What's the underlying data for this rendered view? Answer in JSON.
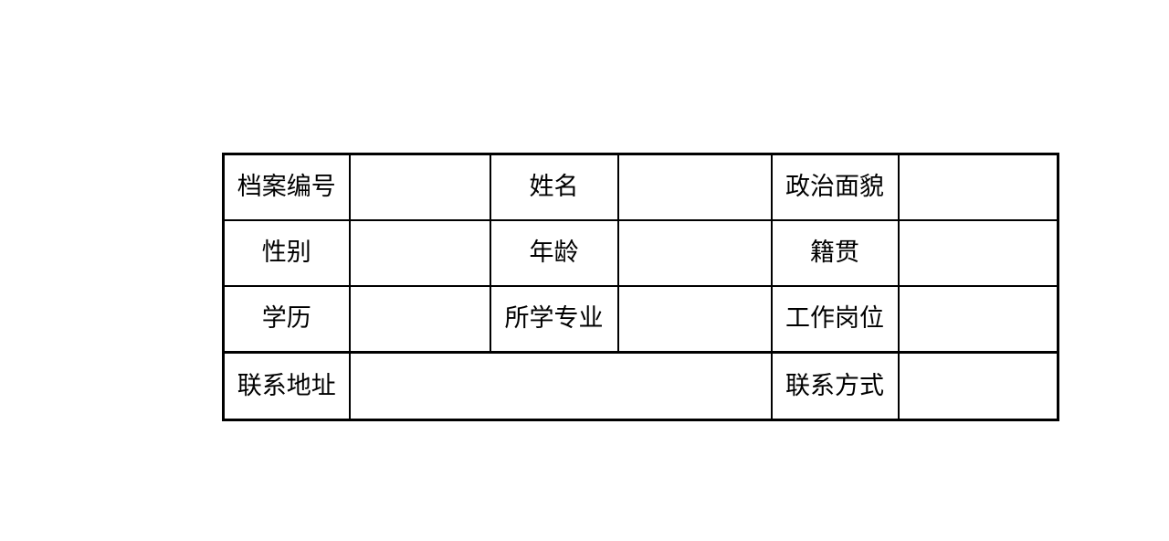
{
  "page": {
    "background_color": "#ffffff",
    "text_color": "#000000",
    "border_color": "#000000"
  },
  "table": {
    "name": "archive-personal-info-table",
    "columns": [
      138,
      154,
      140,
      168,
      139,
      175
    ],
    "rows": [
      {
        "name": "row-archive-number",
        "cells": [
          {
            "kind": "label",
            "name": "label-archive-number",
            "text": "档案编号"
          },
          {
            "kind": "value",
            "name": "value-archive-number",
            "text": ""
          },
          {
            "kind": "label",
            "name": "label-name",
            "text": "姓名"
          },
          {
            "kind": "value",
            "name": "value-name",
            "text": ""
          },
          {
            "kind": "label",
            "name": "label-political-status",
            "text": "政治面貌"
          },
          {
            "kind": "value",
            "name": "value-political-status",
            "text": ""
          }
        ]
      },
      {
        "name": "row-gender",
        "cells": [
          {
            "kind": "label",
            "name": "label-gender",
            "text": "性别"
          },
          {
            "kind": "value",
            "name": "value-gender",
            "text": ""
          },
          {
            "kind": "label",
            "name": "label-age",
            "text": "年龄"
          },
          {
            "kind": "value",
            "name": "value-age",
            "text": ""
          },
          {
            "kind": "label",
            "name": "label-native-place",
            "text": "籍贯"
          },
          {
            "kind": "value",
            "name": "value-native-place",
            "text": ""
          }
        ]
      },
      {
        "name": "row-education",
        "cells": [
          {
            "kind": "label",
            "name": "label-education",
            "text": "学历"
          },
          {
            "kind": "value",
            "name": "value-education",
            "text": ""
          },
          {
            "kind": "label",
            "name": "label-major",
            "text": "所学专业"
          },
          {
            "kind": "value",
            "name": "value-major",
            "text": ""
          },
          {
            "kind": "label",
            "name": "label-job-position",
            "text": "工作岗位"
          },
          {
            "kind": "value",
            "name": "value-job-position",
            "text": ""
          }
        ]
      },
      {
        "name": "row-contact",
        "cells": [
          {
            "kind": "label",
            "name": "label-contact-address",
            "text": "联系地址"
          },
          {
            "kind": "value",
            "name": "value-contact-address",
            "text": ""
          },
          {
            "kind": "label",
            "name": "label-contact-method",
            "text": "联系方式"
          },
          {
            "kind": "value",
            "name": "value-contact-method",
            "text": ""
          }
        ]
      }
    ]
  }
}
